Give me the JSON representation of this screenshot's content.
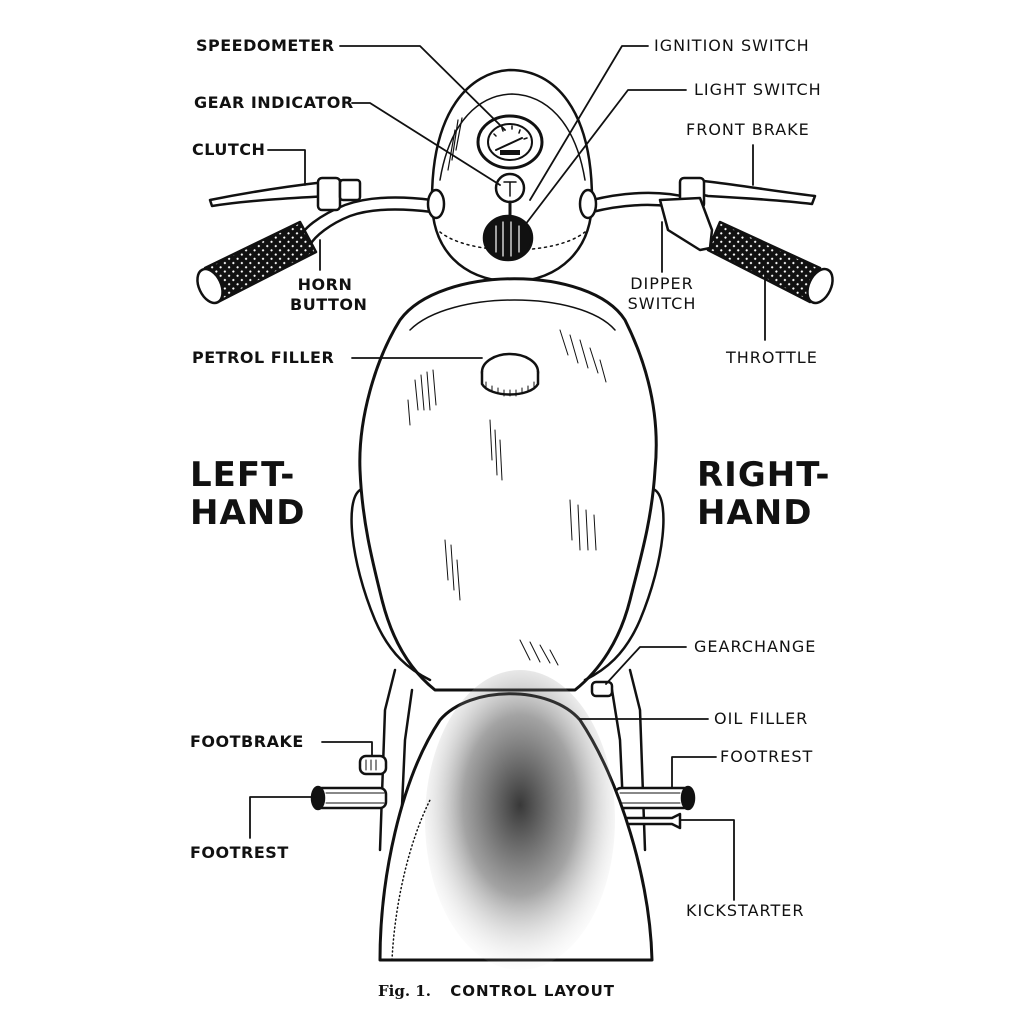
{
  "figure": {
    "number_label": "Fig. 1.",
    "title": "CONTROL LAYOUT"
  },
  "sides": {
    "left": [
      "LEFT-",
      "HAND"
    ],
    "right": [
      "RIGHT-",
      "HAND"
    ]
  },
  "labels": {
    "speedometer": "SPEEDOMETER",
    "gear_indicator": "GEAR INDICATOR",
    "clutch": "CLUTCH",
    "horn_button": [
      "HORN",
      "BUTTON"
    ],
    "petrol_filler": "PETROL FILLER",
    "footbrake": "FOOTBRAKE",
    "footrest_left": "FOOTREST",
    "ignition_switch": "IGNITION SWITCH",
    "light_switch": "LIGHT SWITCH",
    "front_brake": "FRONT BRAKE",
    "dipper_switch": [
      "DIPPER",
      "SWITCH"
    ],
    "throttle": "THROTTLE",
    "gearchange": "GEARCHANGE",
    "oil_filler": "OIL FILLER",
    "footrest_right": "FOOTREST",
    "kickstarter": "KICKSTARTER"
  },
  "colors": {
    "ink": "#111111",
    "paper": "#ffffff"
  }
}
